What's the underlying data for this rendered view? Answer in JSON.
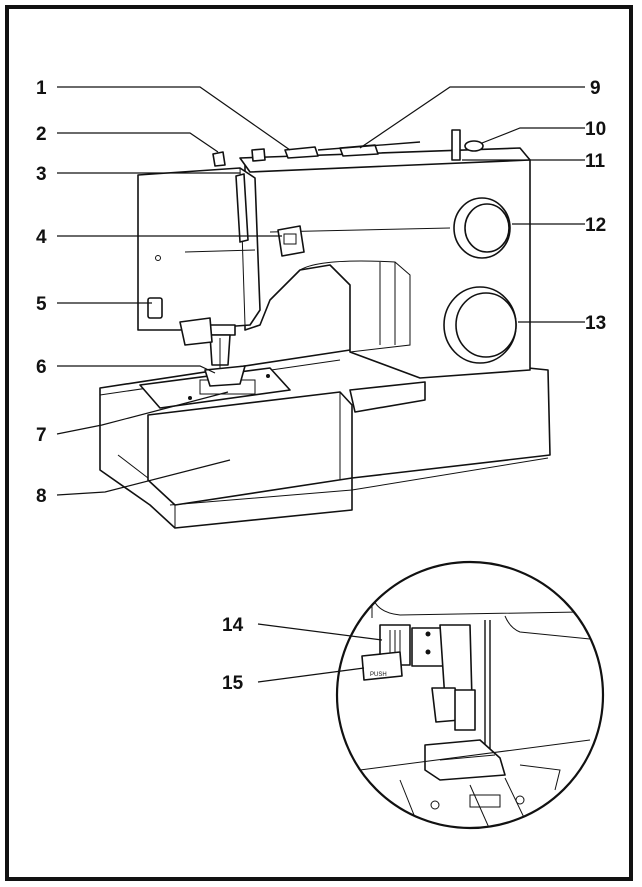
{
  "callouts": [
    {
      "num": "1"
    },
    {
      "num": "2"
    },
    {
      "num": "3"
    },
    {
      "num": "4"
    },
    {
      "num": "5"
    },
    {
      "num": "6"
    },
    {
      "num": "7"
    },
    {
      "num": "8"
    },
    {
      "num": "9"
    },
    {
      "num": "10"
    },
    {
      "num": "11"
    },
    {
      "num": "12"
    },
    {
      "num": "13"
    },
    {
      "num": "14"
    },
    {
      "num": "15"
    }
  ],
  "detail": {
    "push_label": "PUSH"
  }
}
